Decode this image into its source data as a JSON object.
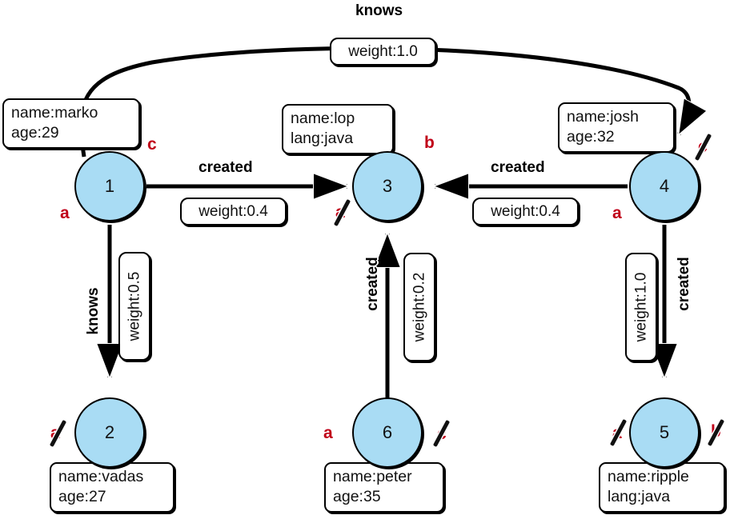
{
  "graph": {
    "title": "tinkerpop-modern-property-graph",
    "colors": {
      "node_fill": "#a9dcf4",
      "node_stroke": "#000000",
      "edge_stroke": "#000000",
      "annotation_red": "#c00018",
      "background": "#ffffff"
    },
    "nodes": [
      {
        "id": "1",
        "label": "1",
        "properties": [
          "name:marko",
          "age:29"
        ]
      },
      {
        "id": "2",
        "label": "2",
        "properties": [
          "name:vadas",
          "age:27"
        ]
      },
      {
        "id": "3",
        "label": "3",
        "properties": [
          "name:lop",
          "lang:java"
        ]
      },
      {
        "id": "4",
        "label": "4",
        "properties": [
          "name:josh",
          "age:32"
        ]
      },
      {
        "id": "5",
        "label": "5",
        "properties": [
          "name:ripple",
          "lang:java"
        ]
      },
      {
        "id": "6",
        "label": "6",
        "properties": [
          "name:peter",
          "age:35"
        ]
      }
    ],
    "edges": [
      {
        "from": "1",
        "to": "4",
        "label": "knows",
        "weight": "weight:1.0"
      },
      {
        "from": "1",
        "to": "2",
        "label": "knows",
        "weight": "weight:0.5"
      },
      {
        "from": "1",
        "to": "3",
        "label": "created",
        "weight": "weight:0.4"
      },
      {
        "from": "4",
        "to": "3",
        "label": "created",
        "weight": "weight:0.4"
      },
      {
        "from": "4",
        "to": "5",
        "label": "created",
        "weight": "weight:1.0"
      },
      {
        "from": "6",
        "to": "3",
        "label": "created",
        "weight": "weight:0.2"
      }
    ],
    "annotations": [
      {
        "id": "n1-left",
        "node": "1",
        "letter": "a",
        "struck": false
      },
      {
        "id": "n1-right",
        "node": "1",
        "letter": "c",
        "struck": false
      },
      {
        "id": "n2-left",
        "node": "2",
        "letter": "a",
        "struck": true
      },
      {
        "id": "n3-left",
        "node": "3",
        "letter": "a",
        "struck": true
      },
      {
        "id": "n3-right",
        "node": "3",
        "letter": "b",
        "struck": false
      },
      {
        "id": "n4-left",
        "node": "4",
        "letter": "a",
        "struck": false
      },
      {
        "id": "n4-right",
        "node": "4",
        "letter": "c",
        "struck": true
      },
      {
        "id": "n5-left",
        "node": "5",
        "letter": "a",
        "struck": true
      },
      {
        "id": "n5-right",
        "node": "5",
        "letter": "b",
        "struck": true
      },
      {
        "id": "n6-left",
        "node": "6",
        "letter": "a",
        "struck": false
      },
      {
        "id": "n6-right",
        "node": "6",
        "letter": "c",
        "struck": true
      }
    ]
  }
}
